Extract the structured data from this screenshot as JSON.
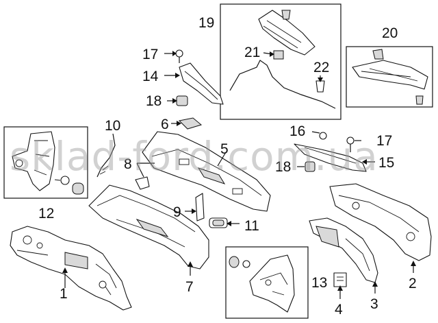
{
  "diagram": {
    "callouts": [
      "1",
      "2",
      "3",
      "4",
      "5",
      "6",
      "8",
      "9",
      "10",
      "11",
      "12",
      "13",
      "14",
      "15",
      "16",
      "17",
      "17",
      "18",
      "18",
      "19",
      "20",
      "21",
      "22",
      "7"
    ],
    "watermark": "sklad-ford.com.ua"
  }
}
